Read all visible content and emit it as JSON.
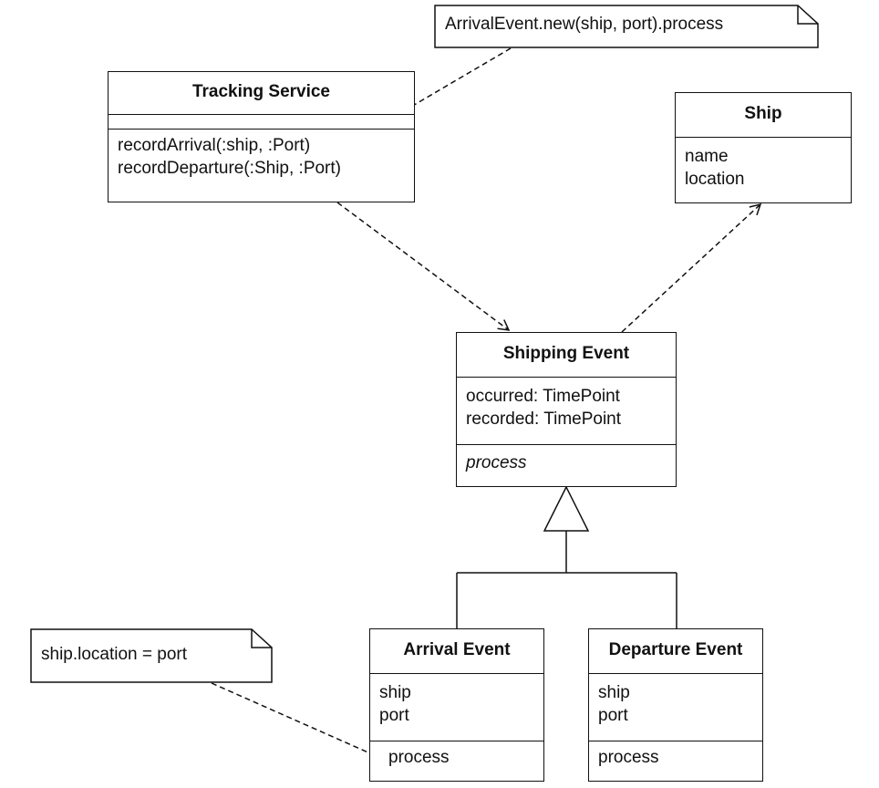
{
  "classes": {
    "tracking_service": {
      "name": "Tracking Service",
      "attributes": [],
      "operations": [
        "recordArrival(:ship, :Port)",
        "recordDeparture(:Ship, :Port)"
      ]
    },
    "ship": {
      "name": "Ship",
      "attributes": [
        "name",
        "location"
      ]
    },
    "shipping_event": {
      "name": "Shipping Event",
      "attributes": [
        "occurred: TimePoint",
        "recorded: TimePoint"
      ],
      "operations": [
        "process"
      ]
    },
    "arrival_event": {
      "name": "Arrival Event",
      "attributes": [
        "ship",
        "port"
      ],
      "operations": [
        "process"
      ]
    },
    "departure_event": {
      "name": "Departure Event",
      "attributes": [
        "ship",
        "port"
      ],
      "operations": [
        "process"
      ]
    }
  },
  "notes": {
    "arrival_call": "ArrivalEvent.new(ship, port).process",
    "location_assign": "ship.location = port"
  }
}
